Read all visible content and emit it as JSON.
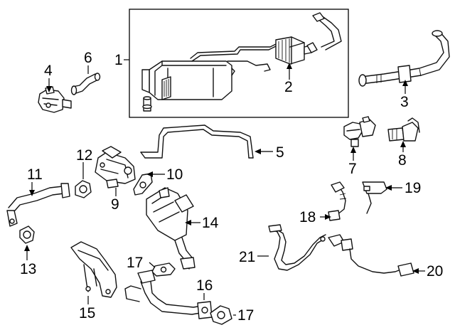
{
  "callouts": [
    {
      "id": "1",
      "label": "1"
    },
    {
      "id": "2",
      "label": "2"
    },
    {
      "id": "3",
      "label": "3"
    },
    {
      "id": "4",
      "label": "4"
    },
    {
      "id": "5",
      "label": "5"
    },
    {
      "id": "6",
      "label": "6"
    },
    {
      "id": "7",
      "label": "7"
    },
    {
      "id": "8",
      "label": "8"
    },
    {
      "id": "9",
      "label": "9"
    },
    {
      "id": "10",
      "label": "10"
    },
    {
      "id": "11",
      "label": "11"
    },
    {
      "id": "12",
      "label": "12"
    },
    {
      "id": "13",
      "label": "13"
    },
    {
      "id": "14",
      "label": "14"
    },
    {
      "id": "15",
      "label": "15"
    },
    {
      "id": "16",
      "label": "16"
    },
    {
      "id": "17a",
      "label": "17"
    },
    {
      "id": "17b",
      "label": "17"
    },
    {
      "id": "18",
      "label": "18"
    },
    {
      "id": "19",
      "label": "19"
    },
    {
      "id": "20",
      "label": "20"
    },
    {
      "id": "21",
      "label": "21"
    }
  ]
}
